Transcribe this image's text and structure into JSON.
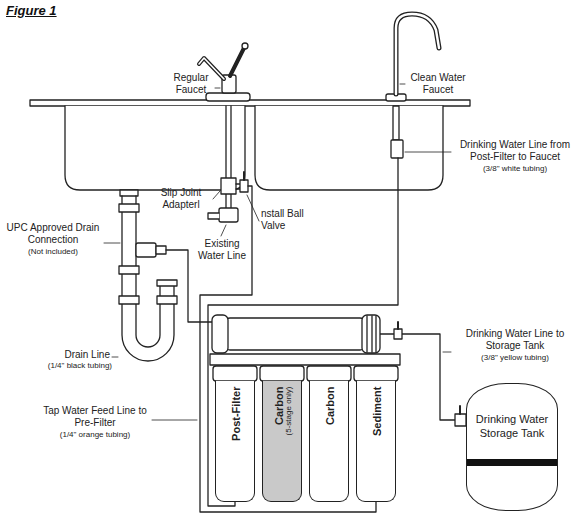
{
  "diagram": {
    "title": "Figure 1",
    "nodes": [
      {
        "text": [
          "Post-Filter"
        ]
      },
      {
        "text": [
          "Carbon",
          "(5-stage only)"
        ]
      },
      {
        "text": [
          "Carbon"
        ]
      },
      {
        "text": [
          "Sediment"
        ]
      },
      {
        "text": [
          "Drinking Water Storage Tank"
        ]
      }
    ],
    "labels": [
      "Regular Faucet",
      "Clean Water Faucet",
      "Drinking Water Line from Post-Filter to Faucet",
      "(3/8\" white tubing)",
      "Slip Joint Adapterl",
      "nstall Ball Valve",
      "UPC Approved Drain Connection",
      "(Not included)",
      "Existing Water Line",
      "Drinking Water Line to Storage Tank",
      "(3/8\" yellow tubing)",
      "Drain Line",
      "(1/4\" black tubing)",
      "Tap Water Feed Line to Pre-Filter",
      "(1/4\" orange tubing)"
    ]
  }
}
